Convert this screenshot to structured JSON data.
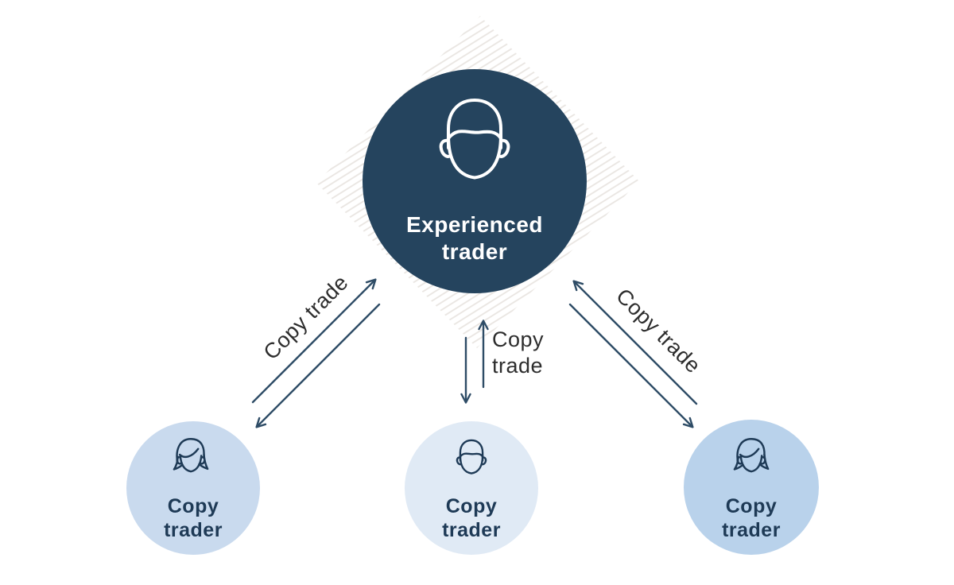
{
  "diagram": {
    "title": "Copy trading diagram",
    "colors": {
      "background": "#ffffff",
      "experienced_circle": "#25445e",
      "copy_left_circle": "#c9daee",
      "copy_middle_circle": "#e0eaf5",
      "copy_right_circle": "#b9d2eb",
      "arrow": "#2e4c66",
      "arrow_label_text": "#2d2d2d",
      "copy_trader_text": "#1e3a56",
      "experienced_text": "#ffffff",
      "hatch_line": "#e9e5e1"
    },
    "nodes": {
      "experienced": {
        "label": "Experienced\ntrader",
        "icon": "male-face"
      },
      "copy_left": {
        "label": "Copy\ntrader",
        "icon": "female-face"
      },
      "copy_middle": {
        "label": "Copy\ntrader",
        "icon": "male-face"
      },
      "copy_right": {
        "label": "Copy\ntrader",
        "icon": "female-face"
      }
    },
    "edges": {
      "left": {
        "label": "Copy trade"
      },
      "middle": {
        "label": "Copy\ntrade"
      },
      "right": {
        "label": "Copy trade"
      }
    }
  }
}
